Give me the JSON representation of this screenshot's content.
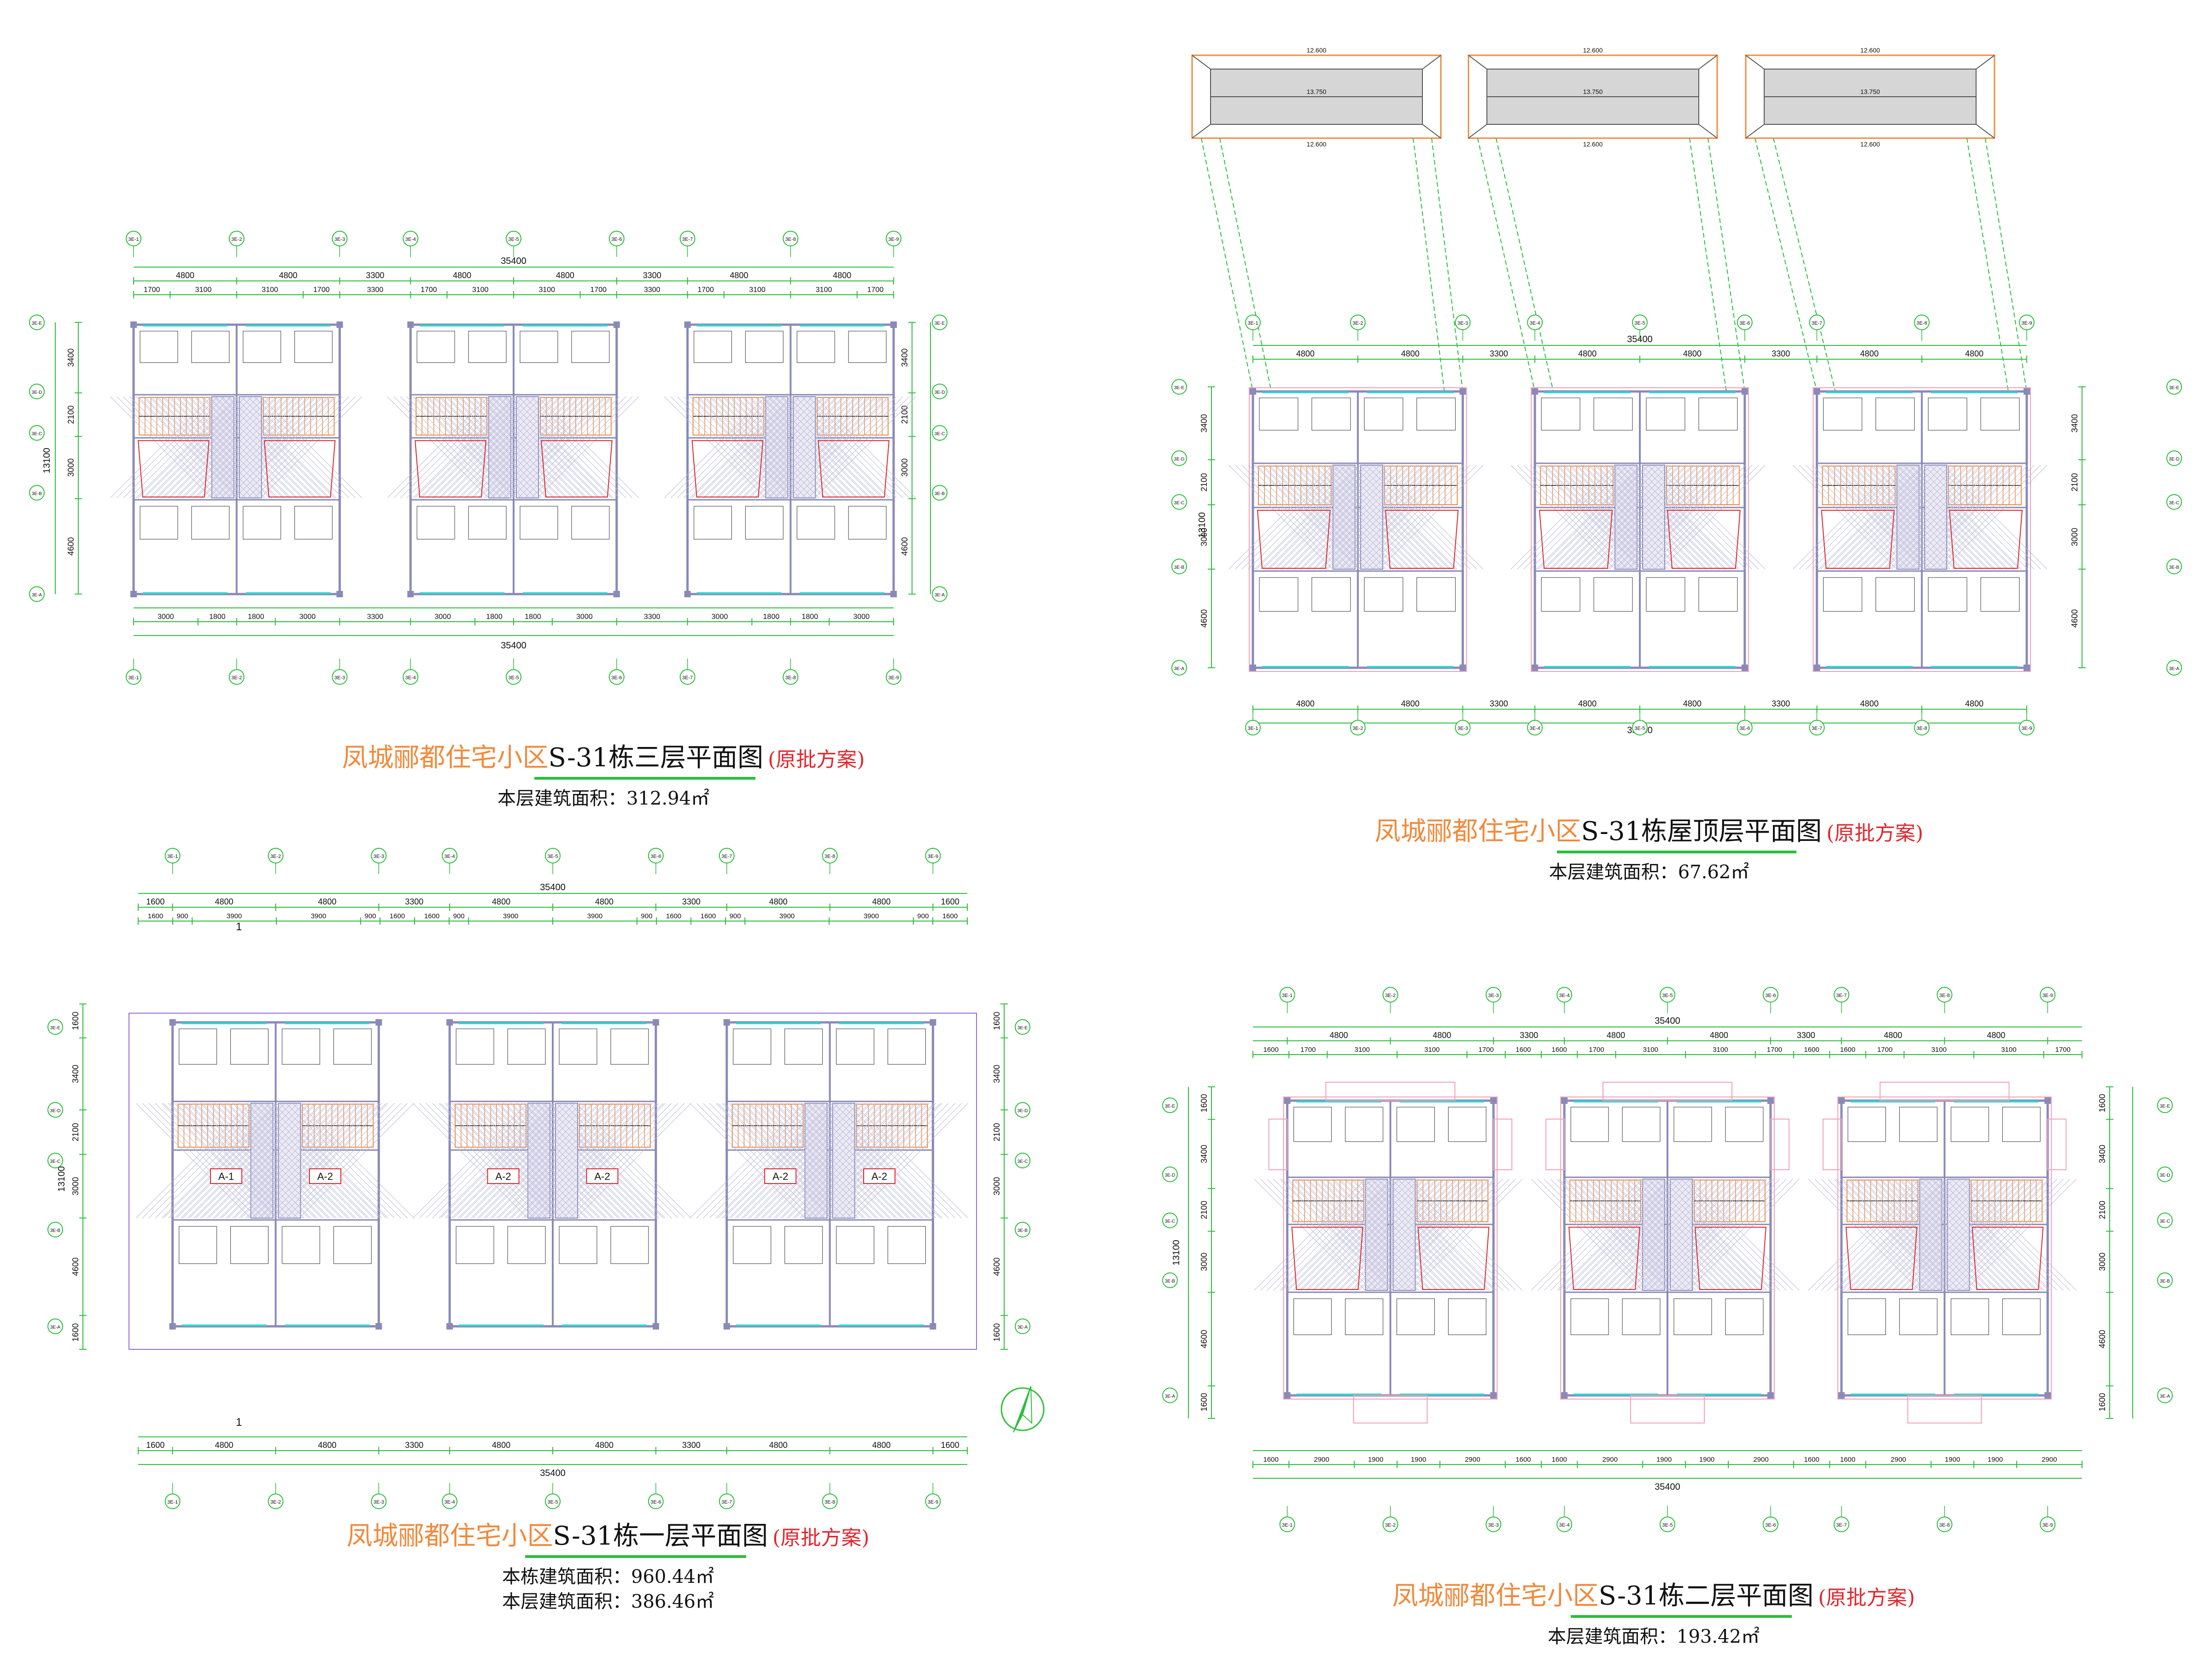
{
  "drawing": {
    "project": "凤城郦都住宅小区",
    "note": "(原批方案)",
    "colors": {
      "wall": "#8a8ab8",
      "wall_hatch": "#b8b8d8",
      "dim": "#2bbf3a",
      "red": "#e1262c",
      "cyan": "#2fd7d0",
      "stair": "#f08a3c",
      "title_orange": "#f08a3c"
    },
    "plans": [
      {
        "id": "third",
        "name": "S-31栋三层平面图",
        "areas": [
          "本层建筑面积：312.94㎡"
        ],
        "axes": [
          "3E-1",
          "3E-2",
          "3E-3",
          "3E-4",
          "3E-5",
          "3E-6",
          "3E-7",
          "3E-8",
          "3E-9"
        ],
        "row_axes": [
          "3E-A",
          "3E-B",
          "3E-C",
          "3E-D",
          "3E-E"
        ],
        "spans_top": [
          "4800",
          "4800",
          "3300",
          "4800",
          "4800",
          "3300",
          "4800",
          "4800"
        ],
        "spans_sub": [
          "1700",
          "3100",
          "3100",
          "1700",
          "3300",
          "1700",
          "3100",
          "3100",
          "1700",
          "3300",
          "1700",
          "3100",
          "3100",
          "1700"
        ],
        "spans_bottom": [
          "3000",
          "1800",
          "1800",
          "3000",
          "3300",
          "3000",
          "1800",
          "1800",
          "3000",
          "3300",
          "3000",
          "1800",
          "1800",
          "3000"
        ],
        "total": "35400",
        "depth": "13100",
        "side_dims": [
          "3400",
          "2100",
          "3000",
          "4600"
        ]
      },
      {
        "id": "roof",
        "name": "S-31栋屋顶层平面图",
        "areas": [
          "本层建筑面积：67.62㎡"
        ],
        "axes": [
          "3E-1",
          "3E-2",
          "3E-3",
          "3E-4",
          "3E-5",
          "3E-6",
          "3E-7",
          "3E-8",
          "3E-9"
        ],
        "row_axes": [
          "3E-A",
          "3E-B",
          "3E-C",
          "3E-D",
          "3E-E"
        ],
        "spans_top": [
          "4800",
          "4800",
          "3300",
          "4800",
          "4800",
          "3300",
          "4800",
          "4800"
        ],
        "spans_bottom": [
          "4800",
          "4800",
          "3300",
          "4800",
          "4800",
          "3300",
          "4800",
          "4800"
        ],
        "total": "35400",
        "depth": "13100",
        "side_dims": [
          "3400",
          "2100",
          "3000",
          "4600"
        ],
        "roof_elev": "12.600",
        "ridge_elev": "13.750"
      },
      {
        "id": "first",
        "name": "S-31栋一层平面图",
        "areas": [
          "本栋建筑面积：960.44㎡",
          "本层建筑面积：386.46㎡"
        ],
        "axes": [
          "3E-1",
          "3E-2",
          "3E-3",
          "3E-4",
          "3E-5",
          "3E-6",
          "3E-7",
          "3E-8",
          "3E-9"
        ],
        "row_axes": [
          "3E-A",
          "3E-B",
          "3E-C",
          "3E-D",
          "3E-E"
        ],
        "spans_top": [
          "1600",
          "4800",
          "4800",
          "3300",
          "4800",
          "4800",
          "3300",
          "4800",
          "4800",
          "1600"
        ],
        "spans_sub": [
          "1600",
          "900",
          "3900",
          "3900",
          "900",
          "1600",
          "1600",
          "900",
          "3900",
          "3900",
          "900",
          "1600",
          "1600",
          "900",
          "3900",
          "3900",
          "900",
          "1600"
        ],
        "spans_bottom": [
          "1600",
          "4800",
          "4800",
          "3300",
          "4800",
          "4800",
          "3300",
          "4800",
          "4800",
          "1600"
        ],
        "total": "35400",
        "depth": "13100",
        "side_dims": [
          "1600",
          "3400",
          "2100",
          "3000",
          "4600",
          "1600"
        ],
        "unit_labels": [
          "A-1",
          "A-2",
          "A-2",
          "A-2",
          "A-2",
          "A-2"
        ],
        "section_mark": "1"
      },
      {
        "id": "second",
        "name": "S-31栋二层平面图",
        "areas": [
          "本层建筑面积：193.42㎡"
        ],
        "axes": [
          "3E-1",
          "3E-2",
          "3E-3",
          "3E-4",
          "3E-5",
          "3E-6",
          "3E-7",
          "3E-8",
          "3E-9"
        ],
        "row_axes": [
          "3E-A",
          "3E-B",
          "3E-C",
          "3E-D",
          "3E-E"
        ],
        "spans_top": [
          "4800",
          "4800",
          "3300",
          "4800",
          "4800",
          "3300",
          "4800",
          "4800"
        ],
        "spans_sub": [
          "1600",
          "1700",
          "3100",
          "3100",
          "1700",
          "1600",
          "1600",
          "1700",
          "3100",
          "3100",
          "1700",
          "1600",
          "1600",
          "1700",
          "3100",
          "3100",
          "1700"
        ],
        "spans_bottom": [
          "1600",
          "2900",
          "1900",
          "1900",
          "2900",
          "1600",
          "1600",
          "2900",
          "1900",
          "1900",
          "2900",
          "1600",
          "1600",
          "2900",
          "1900",
          "1900",
          "2900"
        ],
        "total": "35400",
        "depth": "13100",
        "side_dims": [
          "1600",
          "3400",
          "2100",
          "3000",
          "4600",
          "1600"
        ]
      }
    ]
  }
}
